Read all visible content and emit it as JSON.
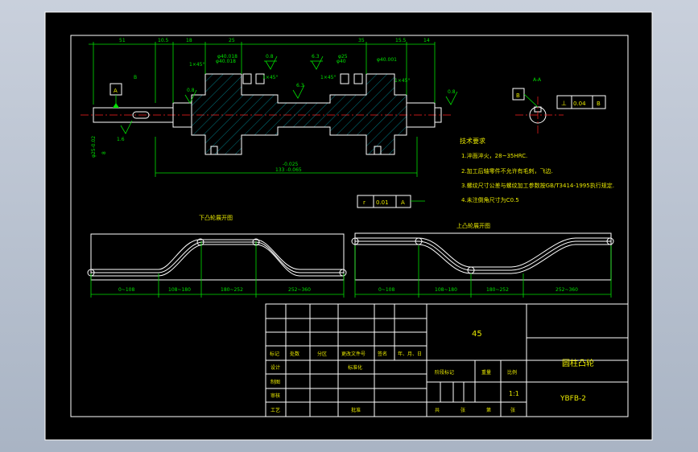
{
  "section_label": "A-A",
  "datum_a": "A",
  "datum_b": "B",
  "datum_b_view": "B",
  "tolerance_section": {
    "symbol": "⊥",
    "value": "0.04",
    "datum": "B"
  },
  "tolerance_axis": {
    "symbol": "r",
    "value": "0.01",
    "datum": "A"
  },
  "surface_finishes": [
    "0.8",
    "6.3",
    "6.3",
    "0.8",
    "1.6",
    "0.8"
  ],
  "chamfers": [
    "1×45°",
    "1×45°",
    "1×45°",
    "1×45°"
  ],
  "dims_top": [
    "51",
    "10.5",
    "18",
    "25",
    "35",
    "15.5",
    "14"
  ],
  "dims_small": [
    "φ40.018",
    "φ40.018",
    "φ25",
    "φ40",
    "φ40.001"
  ],
  "dims_left_vertical": [
    "φ25-0.02",
    "8"
  ],
  "dim_length_1": "-0.025",
  "dim_length_2": "133 -0.065",
  "tech_req_title": "技术要求",
  "tech_req_items": [
    "1.淬面淬火，28~35HRC.",
    "2.加工后轴零件不允许有毛刺，飞边.",
    "3.螺纹尺寸公差与螺纹加工参数按GB/T3414-1995执行规定.",
    "4.未注倒角尺寸为C0.5"
  ],
  "cam_lower_title": "下凸轮展开图",
  "cam_upper_title": "上凸轮展开图",
  "cam_lower_ranges": [
    "0~108",
    "108~180",
    "180~252",
    "252~360"
  ],
  "cam_upper_ranges": [
    "0~108",
    "108~180",
    "180~252",
    "252~360"
  ],
  "title_block": {
    "material": "45",
    "part_name": "圆柱凸轮",
    "drawing_no": "YBFB-2",
    "scale_value": "1:1",
    "hdr_marks": "标记",
    "hdr_count": "处数",
    "hdr_zone": "分区",
    "hdr_docno": "更改文件号",
    "hdr_sign": "签名",
    "hdr_date": "年、月、日",
    "lbl_design": "设计",
    "lbl_std": "标准化",
    "lbl_check": "审核",
    "lbl_craft": "工艺",
    "lbl_approve": "批准",
    "lbl_drawn": "制图",
    "lbl_stage": "阶段标记",
    "lbl_weight": "重量",
    "lbl_scale": "比例",
    "lbl_sheets_total": "共",
    "lbl_sheet": "张",
    "lbl_sheet_no": "第",
    "lbl_sheet2": "张"
  }
}
